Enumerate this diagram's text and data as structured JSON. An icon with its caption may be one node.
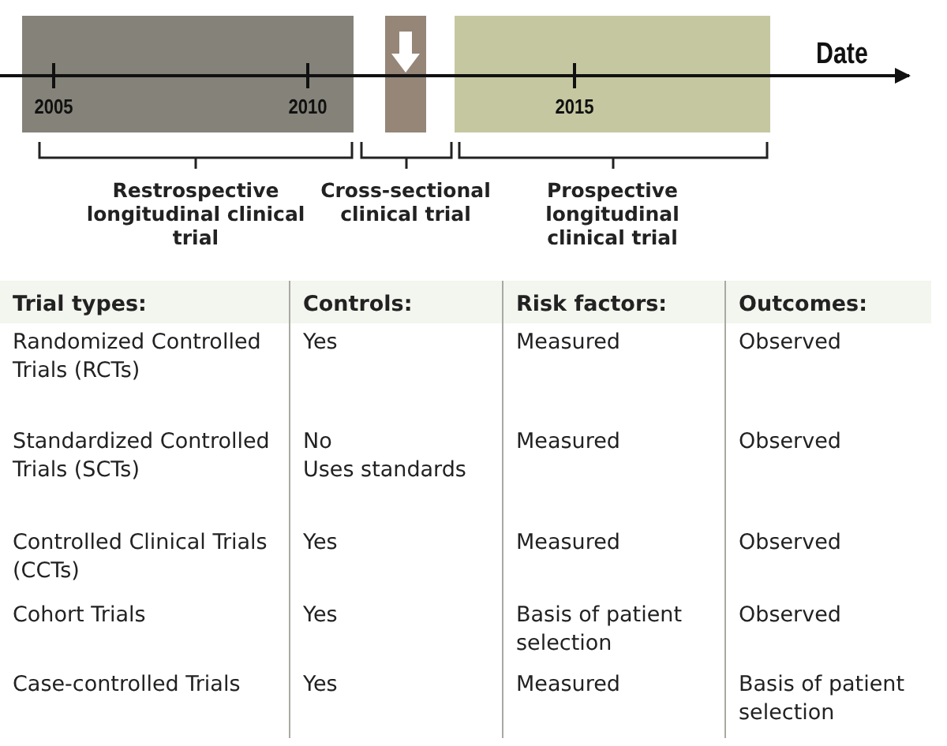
{
  "diagram": {
    "labels": [
      "Date",
      "2005",
      "2010",
      "2015",
      "Restrospective longitudinal clinical trial",
      "Cross-sectional clinical trial",
      "Prospective longitudinal clinical trial",
      "Trial types:",
      "Controls:",
      "Risk factors:",
      "Outcomes:",
      "Randomized Controlled Trials (RCTs)",
      "Yes",
      "Measured",
      "Observed",
      "Standardized Controlled Trials (SCTs)",
      "No",
      "Uses standards",
      "Measured",
      "Observed",
      "Controlled Clinical Trials (CCTs)",
      "Yes",
      "Measured",
      "Observed",
      "Cohort Trials",
      "Yes",
      "Basis of patient selection",
      "Observed",
      "Case-controlled Trials",
      "Yes",
      "Measured",
      "Basis of patient selection"
    ]
  }
}
